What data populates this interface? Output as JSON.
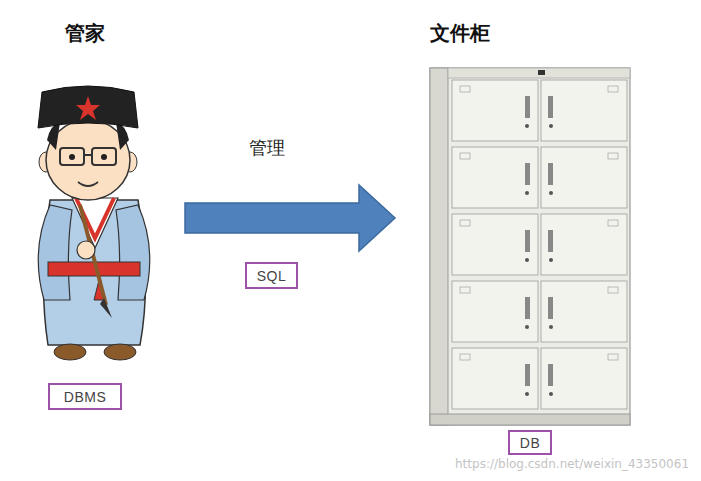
{
  "diagram": {
    "nodes": [
      {
        "text": [
          "管家"
        ]
      },
      {
        "text": [
          "DBMS"
        ],
        "in": 0
      },
      {
        "text": [
          "文件柜"
        ]
      },
      {
        "text": [
          "DB"
        ],
        "in": 2
      },
      {
        "text": [
          "SQL"
        ]
      }
    ],
    "edges": [
      {
        "from": 0,
        "to": 2,
        "arrow": "to",
        "label": "管理"
      }
    ],
    "labels": [
      "https://blog.csdn.net/weixin_43350061"
    ]
  }
}
